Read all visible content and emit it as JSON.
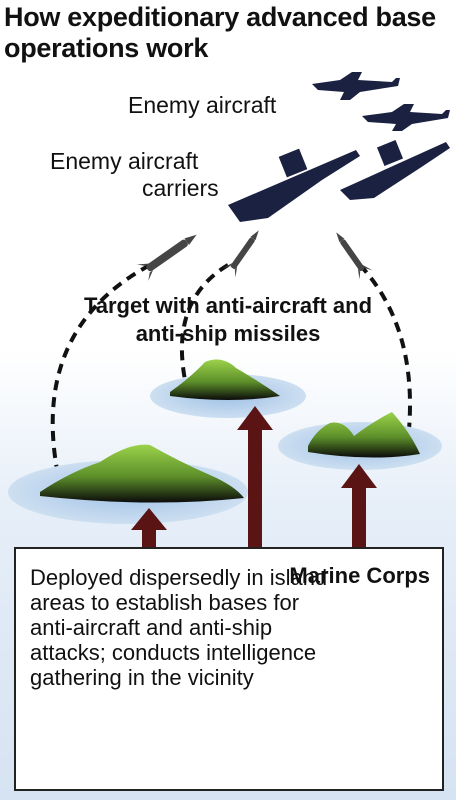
{
  "title": "How expeditionary advanced base operations work",
  "labels": {
    "enemy_aircraft": "Enemy aircraft",
    "enemy_carriers_line1": "Enemy aircraft",
    "enemy_carriers_line2": "carriers",
    "target_line1": "Target with anti-aircraft and",
    "target_line2": "anti-ship missiles"
  },
  "marine": {
    "title": "Marine Corps",
    "description": "Deployed dispersedly in island areas to establish bases for anti-aircraft and anti-ship attacks; conducts intelligence gathering in the vicinity"
  },
  "colors": {
    "enemy": "#1b2140",
    "island_top": "#8cc63f",
    "island_bottom": "#0d0d0d",
    "water": "#bcd3ec",
    "sea": "#dce8f5",
    "arrow": "#5b1414",
    "missile": "#444444"
  }
}
